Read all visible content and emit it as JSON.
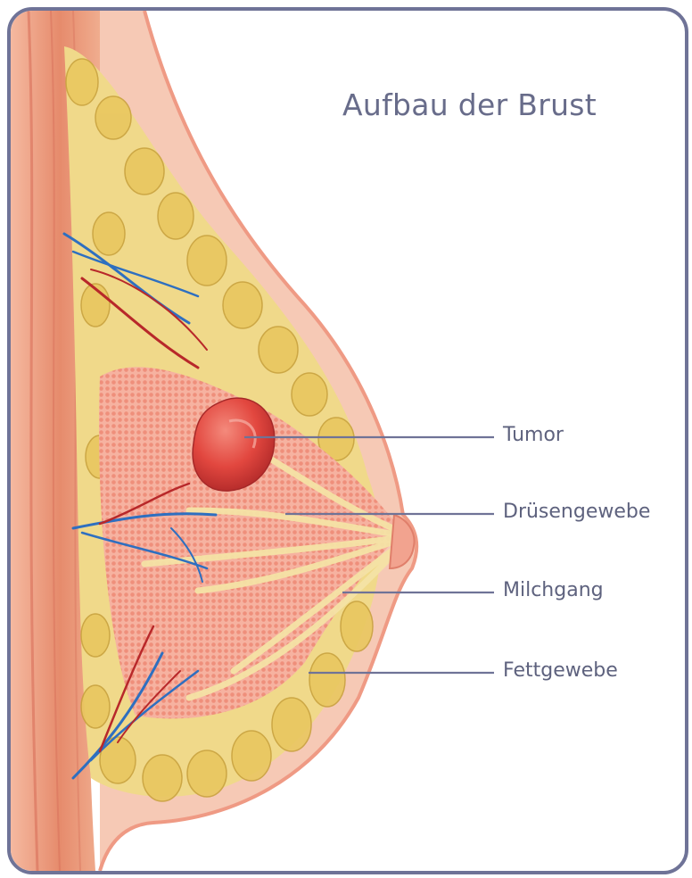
{
  "title": "Aufbau der Brust",
  "labels": {
    "tumor": "Tumor",
    "gland": "Drüsengewebe",
    "duct": "Milchgang",
    "fat": "Fettgewebe"
  },
  "colors": {
    "frame": "#6f7397",
    "skin": "#f6c9b5",
    "muscle": "#e68b6c",
    "fat": "#f0d98a",
    "gland": "#f3a08c",
    "tumor": "#e2473f",
    "vein": "#2e6fc0",
    "artery": "#b8282a",
    "label_text": "#5e627e",
    "leader_line": "#6f7397"
  },
  "icons": [
    "breast-anatomy-illustration",
    "tumor-nodule"
  ]
}
